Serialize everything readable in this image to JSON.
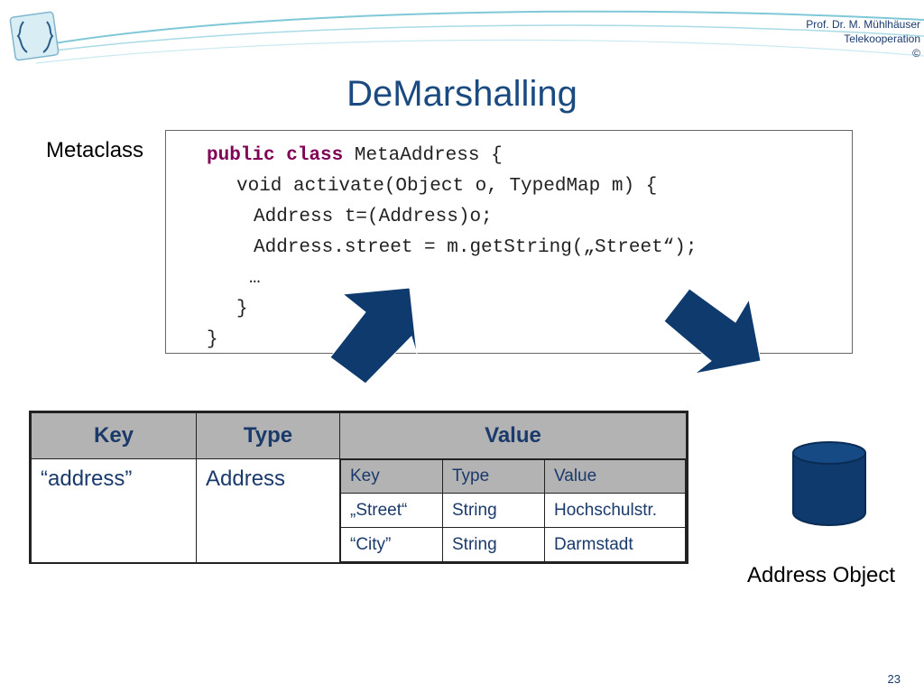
{
  "header": {
    "author": "Prof. Dr. M. Mühlhäuser",
    "group": "Telekooperation",
    "copyright": "©"
  },
  "title": "DeMarshalling",
  "metaclass_label": "Metaclass",
  "code": {
    "line1_kw1": "public",
    "line1_kw2": "class",
    "line1_rest": " MetaAddress {",
    "line2": "void activate(Object o, TypedMap m) {",
    "line3": "Address t=(Address)o;",
    "line4": "Address.street = m.getString(„Street“);",
    "line5": "…",
    "line6": "}",
    "line7": "}"
  },
  "table": {
    "headers": [
      "Key",
      "Type",
      "Value"
    ],
    "key": "“address”",
    "type": "Address",
    "inner": {
      "headers": [
        "Key",
        "Type",
        "Value"
      ],
      "rows": [
        [
          "„Street“",
          "String",
          "Hochschulstr."
        ],
        [
          "“City”",
          "String",
          "Darmstadt"
        ]
      ]
    }
  },
  "address_object_label": "Address Object",
  "page_number": "23",
  "colors": {
    "title": "#1a4a80",
    "arrow_fill": "#0e3a6e",
    "header_gray": "#b3b3b3",
    "keyword": "#7f0055"
  },
  "icons": {
    "logo": "two-faces-logo",
    "arrow_left": "arrow-up-right-icon",
    "arrow_right": "arrow-down-right-icon",
    "database": "database-cylinder-icon"
  }
}
